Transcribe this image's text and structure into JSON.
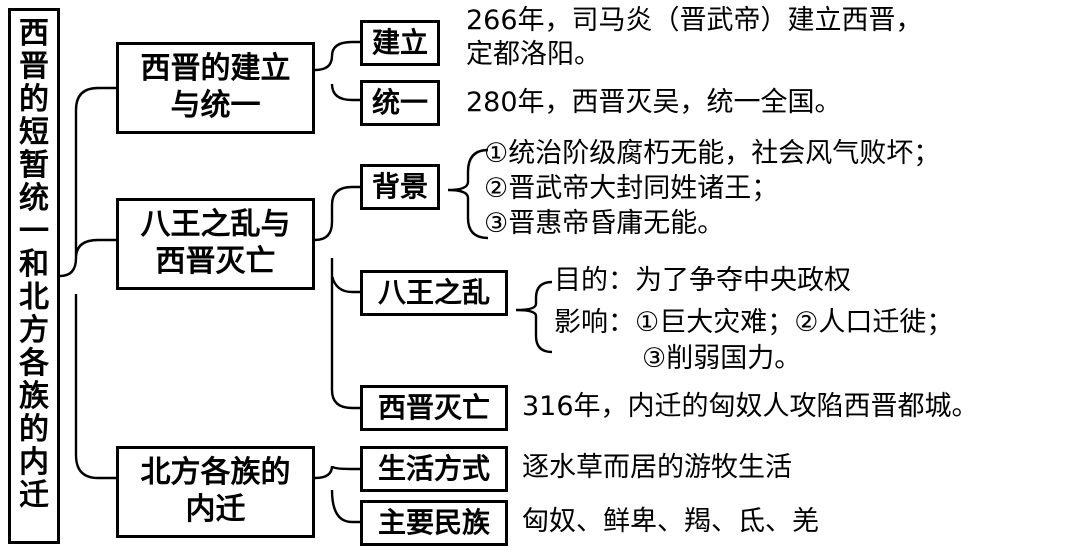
{
  "root": {
    "title": "西晋的短暂统一和北方各族的内迁",
    "chars": [
      "西",
      "晋",
      "的",
      "短",
      "暂",
      "统",
      "一",
      "和",
      "北",
      "方",
      "各",
      "族",
      "的",
      "内",
      "迁"
    ]
  },
  "sections": [
    {
      "title_lines": [
        "西晋的建立",
        "与统一"
      ],
      "items": [
        {
          "label": "建立",
          "lines": [
            "266年，司马炎（晋武帝）建立西晋，",
            "定都洛阳。"
          ]
        },
        {
          "label": "统一",
          "lines": [
            "280年，西晋灭吴，统一全国。"
          ]
        }
      ]
    },
    {
      "title_lines": [
        "八王之乱与",
        "西晋灭亡"
      ],
      "items": [
        {
          "label": "背景",
          "lines": [
            "①统治阶级腐朽无能，社会风气败坏；",
            "②晋武帝大封同姓诸王；",
            "③晋惠帝昏庸无能。"
          ]
        },
        {
          "label": "八王之乱",
          "sub": [
            {
              "key": "目的：",
              "lines": [
                "为了争夺中央政权"
              ]
            },
            {
              "key": "影响：",
              "lines": [
                "①巨大灾难；②人口迁徙；",
                "③削弱国力。"
              ]
            }
          ]
        },
        {
          "label": "西晋灭亡",
          "lines": [
            "316年，内迁的匈奴人攻陷西晋都城。"
          ]
        }
      ]
    },
    {
      "title_lines": [
        "北方各族的",
        "内迁"
      ],
      "items": [
        {
          "label": "生活方式",
          "lines": [
            "逐水草而居的游牧生活"
          ]
        },
        {
          "label": "主要民族",
          "lines": [
            "匈奴、鲜卑、羯、氐、羌"
          ]
        }
      ]
    }
  ]
}
